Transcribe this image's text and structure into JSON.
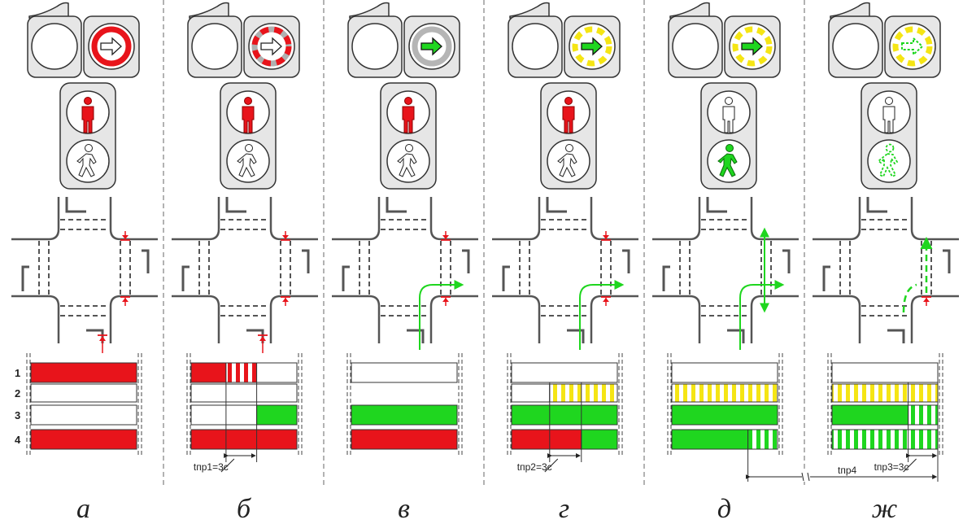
{
  "panels": [
    {
      "letter": "а",
      "arrow_lamp": {
        "ring": "red",
        "arrow": "white"
      },
      "ped": {
        "red": true,
        "green": false,
        "green_dashed": false
      },
      "approach_marker": true,
      "green_path": "none",
      "timeline": {
        "row1": [
          {
            "s": 0,
            "e": 1,
            "f": "red"
          }
        ],
        "row2": [
          {
            "s": 0,
            "e": 1,
            "f": "white"
          }
        ],
        "row3": [
          {
            "s": 0,
            "e": 1,
            "f": "white"
          }
        ],
        "row4": [
          {
            "s": 0,
            "e": 1,
            "f": "red"
          }
        ]
      }
    },
    {
      "letter": "б",
      "arrow_lamp": {
        "ring": "red-dashed",
        "arrow": "white"
      },
      "ped": {
        "red": true,
        "green": false,
        "green_dashed": false
      },
      "approach_marker": true,
      "green_path": "none",
      "timeline": {
        "row1": [
          {
            "s": 0,
            "e": 0.33,
            "f": "red"
          },
          {
            "s": 0.33,
            "e": 0.62,
            "f": "red-stripes"
          },
          {
            "s": 0.62,
            "e": 1,
            "f": "white"
          }
        ],
        "row2": [
          {
            "s": 0,
            "e": 1,
            "f": "white"
          }
        ],
        "row3": [
          {
            "s": 0,
            "e": 0.62,
            "f": "white"
          },
          {
            "s": 0.62,
            "e": 1,
            "f": "green"
          }
        ],
        "row4": [
          {
            "s": 0,
            "e": 1,
            "f": "red"
          }
        ]
      },
      "interval": {
        "label": "tпр1=3с",
        "from": 0.33,
        "to": 0.62
      }
    },
    {
      "letter": "в",
      "arrow_lamp": {
        "ring": "grey",
        "arrow": "green"
      },
      "ped": {
        "red": true,
        "green": false,
        "green_dashed": false
      },
      "approach_marker": false,
      "green_path": "right-turn",
      "timeline": {
        "row1": [
          {
            "s": 0,
            "e": 1,
            "f": "white"
          }
        ],
        "row2": [],
        "row3": [
          {
            "s": 0,
            "e": 1,
            "f": "green"
          }
        ],
        "row4": [
          {
            "s": 0,
            "e": 1,
            "f": "red"
          }
        ]
      }
    },
    {
      "letter": "г",
      "arrow_lamp": {
        "ring": "yellow-dashed",
        "arrow": "green"
      },
      "ped": {
        "red": true,
        "green": false,
        "green_dashed": false
      },
      "approach_marker": false,
      "green_path": "right-turn",
      "timeline": {
        "row1": [
          {
            "s": 0,
            "e": 1,
            "f": "white"
          }
        ],
        "row2": [
          {
            "s": 0,
            "e": 0.36,
            "f": "white"
          },
          {
            "s": 0.36,
            "e": 1,
            "f": "yellow-stripes"
          }
        ],
        "row3": [
          {
            "s": 0,
            "e": 1,
            "f": "green"
          }
        ],
        "row4": [
          {
            "s": 0,
            "e": 0.66,
            "f": "red"
          },
          {
            "s": 0.66,
            "e": 1,
            "f": "green"
          }
        ]
      },
      "interval": {
        "label": "tпр2=3с",
        "from": 0.36,
        "to": 0.66
      }
    },
    {
      "letter": "д",
      "arrow_lamp": {
        "ring": "yellow-dashed",
        "arrow": "green"
      },
      "ped": {
        "red": false,
        "green": true,
        "green_dashed": false
      },
      "approach_marker": false,
      "green_path": "right-turn-crossing",
      "timeline": {
        "row1": [
          {
            "s": 0,
            "e": 1,
            "f": "white"
          }
        ],
        "row2": [
          {
            "s": 0,
            "e": 1,
            "f": "yellow-stripes"
          }
        ],
        "row3": [
          {
            "s": 0,
            "e": 1,
            "f": "green"
          }
        ],
        "row4": [
          {
            "s": 0,
            "e": 0.72,
            "f": "green"
          },
          {
            "s": 0.72,
            "e": 1,
            "f": "green-stripes"
          }
        ]
      }
    },
    {
      "letter": "ж",
      "arrow_lamp": {
        "ring": "yellow-dashed",
        "arrow": "green-dashed"
      },
      "ped": {
        "red": false,
        "green": false,
        "green_dashed": true
      },
      "approach_marker": false,
      "green_path": "dashed-crossing",
      "timeline": {
        "row1": [
          {
            "s": 0,
            "e": 1,
            "f": "white"
          }
        ],
        "row2": [
          {
            "s": 0,
            "e": 1,
            "f": "yellow-stripes"
          }
        ],
        "row3": [
          {
            "s": 0,
            "e": 0.72,
            "f": "green"
          },
          {
            "s": 0.72,
            "e": 1,
            "f": "green-stripes"
          }
        ],
        "row4": [
          {
            "s": 0,
            "e": 1,
            "f": "green-stripes"
          }
        ]
      },
      "interval": {
        "label": "tпр3=3с",
        "from": 0.72,
        "to": 1
      }
    }
  ],
  "row_labels": [
    "1",
    "2",
    "3",
    "4"
  ],
  "long_interval": {
    "label": "tпр4",
    "from_panel": 4,
    "to_panel": 5
  },
  "colors": {
    "red": "#e8141b",
    "green": "#1fd61f",
    "yellow": "#f5e514",
    "grey_body": "#e6e6e6",
    "outline": "#333333",
    "road": "#555555",
    "divider": "#808080"
  }
}
